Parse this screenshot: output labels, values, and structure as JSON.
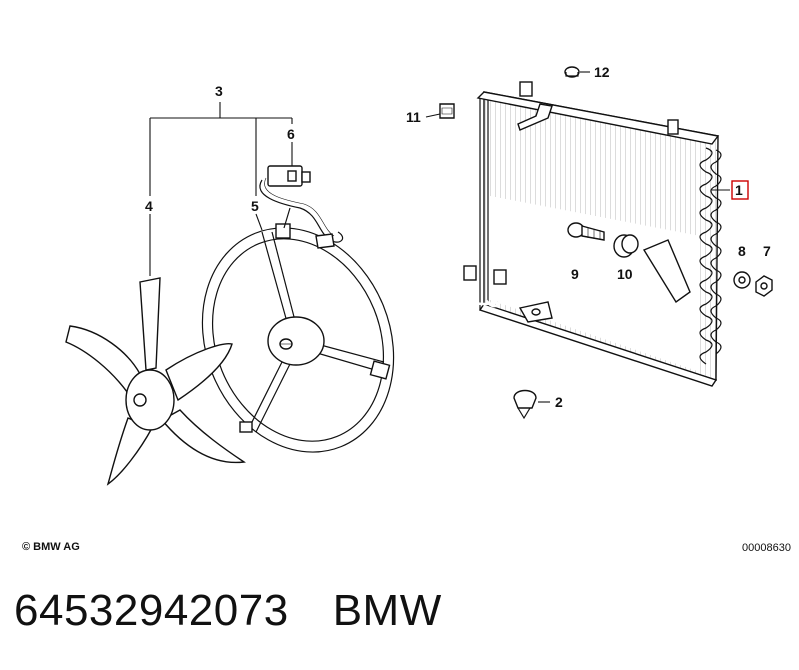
{
  "callouts": {
    "c1": "1",
    "c2": "2",
    "c3": "3",
    "c4": "4",
    "c5": "5",
    "c6": "6",
    "c7": "7",
    "c8": "8",
    "c9": "9",
    "c10": "10",
    "c11": "11",
    "c12": "12"
  },
  "copyright": "© BMW AG",
  "drawing_code": "00008630",
  "footer": {
    "part_number": "64532942073",
    "brand": "BMW"
  },
  "colors": {
    "highlight": "#cc0000",
    "ink": "#111111"
  }
}
